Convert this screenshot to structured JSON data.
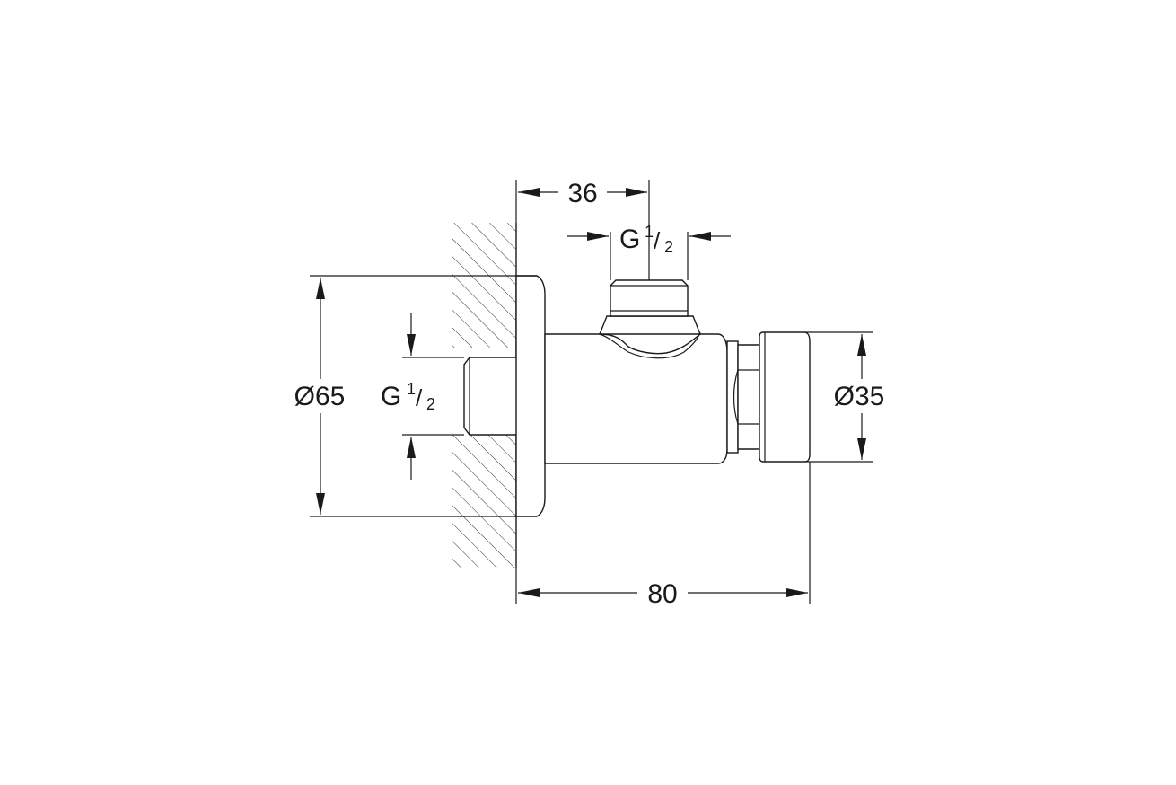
{
  "dimensions": {
    "top_width": "36",
    "top_thread_prefix": "G",
    "top_thread_num": "1",
    "top_thread_sep": "/",
    "top_thread_den": "2",
    "flange_diameter": "Ø65",
    "inlet_thread_prefix": "G",
    "inlet_thread_num": "1",
    "inlet_thread_sep": "/",
    "inlet_thread_den": "2",
    "cap_diameter": "Ø35",
    "overall_length": "80"
  }
}
